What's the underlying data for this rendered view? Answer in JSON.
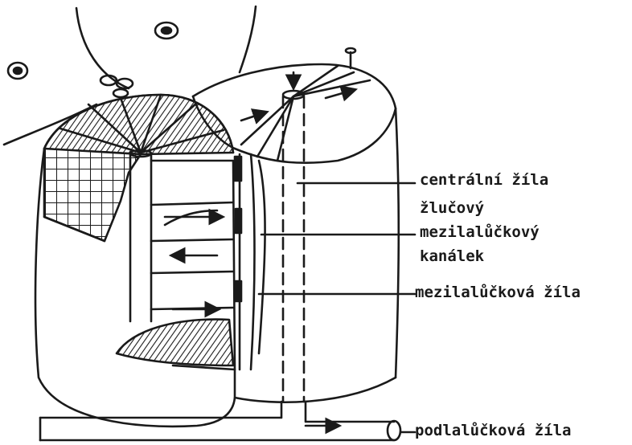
{
  "labels": {
    "central_vein": "centrální žíla",
    "bile_line1": "žlučový",
    "bile_line2": "mezilalůčkový",
    "bile_line3": "kanálek",
    "interlobular_vein": "mezilalůčková žíla",
    "sublobular_vein": "podlalůčková žíla"
  },
  "colors": {
    "ink": "#1a1a1a",
    "paper": "#ffffff"
  }
}
